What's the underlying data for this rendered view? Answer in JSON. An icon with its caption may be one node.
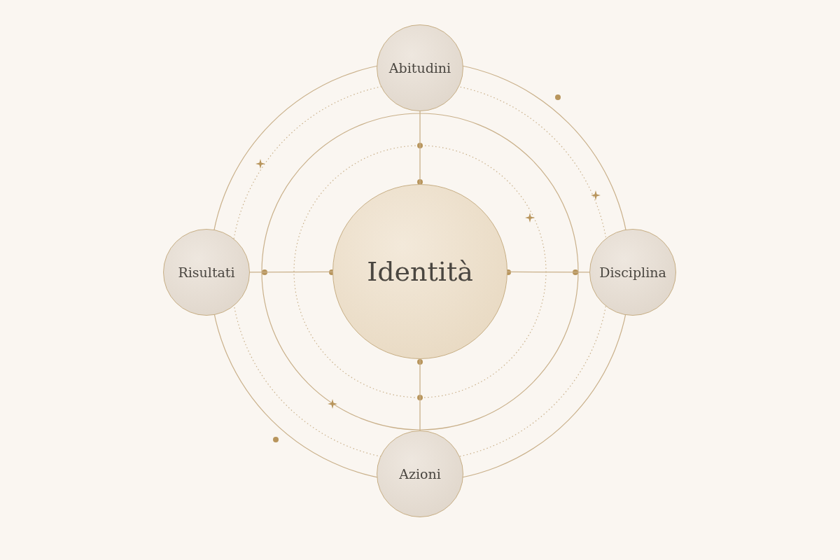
{
  "diagram": {
    "nodes": [
      {
        "text": [
          "Abitudini"
        ]
      },
      {
        "text": [
          "Risultati"
        ]
      },
      {
        "text": [
          "Identità"
        ]
      },
      {
        "text": [
          "Disciplina"
        ]
      },
      {
        "text": [
          "Azioni"
        ]
      }
    ],
    "edges": [
      {
        "from": 2,
        "to": 0,
        "arrow": "none"
      },
      {
        "from": 2,
        "to": 1,
        "arrow": "none"
      },
      {
        "from": 2,
        "to": 3,
        "arrow": "none"
      },
      {
        "from": 2,
        "to": 4,
        "arrow": "none"
      }
    ]
  }
}
